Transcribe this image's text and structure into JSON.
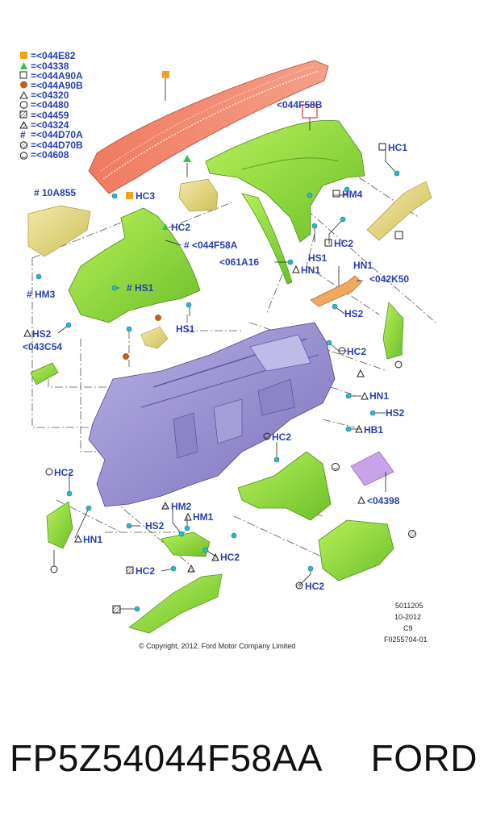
{
  "legend": [
    {
      "symbol": "square-filled-orange",
      "text": "=<044E82"
    },
    {
      "symbol": "triangle-filled-green",
      "text": "=<04338"
    },
    {
      "symbol": "square-open",
      "text": "=<044A90A"
    },
    {
      "symbol": "circle-filled-brown",
      "text": "=<044A90B"
    },
    {
      "symbol": "triangle-open",
      "text": "=<04320"
    },
    {
      "symbol": "circle-open",
      "text": "=<04480"
    },
    {
      "symbol": "square-hatched",
      "text": "=<04459"
    },
    {
      "symbol": "triangle-hatched",
      "text": "=<04324"
    },
    {
      "symbol": "hash",
      "text": "=<044D70A"
    },
    {
      "symbol": "circle-hatched",
      "text": "=<044D70B"
    },
    {
      "symbol": "circle-smiley",
      "text": "=<04608"
    }
  ],
  "labels": {
    "l044F58B": "<044F58B",
    "hc1_top": "HC1",
    "l10A855": "10A855",
    "hc3": "HC3",
    "hm4": "HM4",
    "hc2_topleft": "HC2",
    "l044F58A": "<044F58A",
    "hc2_mid": "HC2",
    "hs1_mid": "HS1",
    "l061A16": "<061A16",
    "hn1_a": "HN1",
    "hn1_b": "HN1",
    "l042K50": "<042K50",
    "hm3": "HM3",
    "hs1_left": "HS1",
    "hs1_lower": "HS1",
    "hs2_a": "HS2",
    "l043C54": "<043C54",
    "hs2_b": "HS2",
    "hc2_right": "HC2",
    "hn1_c": "HN1",
    "hs2_c": "HS2",
    "hb1": "HB1",
    "hc2_center": "HC2",
    "hc2_farleft": "HC2",
    "l04398": "<04398",
    "hm2": "HM2",
    "hm1": "HM1",
    "hn1_left": "HN1",
    "hs2_bottom": "HS2",
    "hc2_b1": "HC2",
    "hc2_b2": "HC2",
    "hc2_b3": "HC2"
  },
  "meta": {
    "code": "5011205",
    "date": "10-2012",
    "rev": "C9",
    "figure": "F0255704-01"
  },
  "copyright": "© Copyright, 2012, Ford Motor Company Limited",
  "caption": {
    "part_number": "FP5Z54044F58AA",
    "brand": "FORD"
  },
  "colors": {
    "label": "#2a3fb0",
    "panel_green": "#8fd83a",
    "frame_purple": "#9a90d0",
    "pad_salmon": "#ef8a6e",
    "trim_yellow": "#e8dc86",
    "duct_orange": "#f0a860",
    "block_lilac": "#c9a3ea",
    "fastener_teal": "#2fb8c8"
  }
}
